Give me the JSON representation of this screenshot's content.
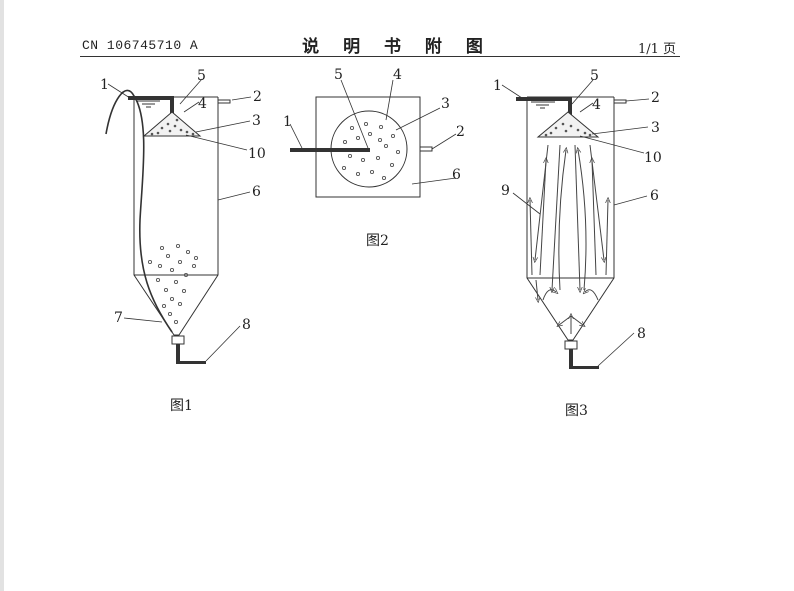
{
  "header": {
    "patent_number": "CN 106745710 A",
    "title": "说 明 书 附 图",
    "page": "1/1 页"
  },
  "figures": [
    {
      "caption": "图1",
      "labels": [
        "1",
        "5",
        "4",
        "2",
        "3",
        "10",
        "6",
        "7",
        "8"
      ]
    },
    {
      "caption": "图2",
      "labels": [
        "5",
        "4",
        "3",
        "1",
        "2",
        "6"
      ]
    },
    {
      "caption": "图3",
      "labels": [
        "1",
        "5",
        "4",
        "2",
        "3",
        "10",
        "9",
        "6",
        "8"
      ]
    }
  ]
}
